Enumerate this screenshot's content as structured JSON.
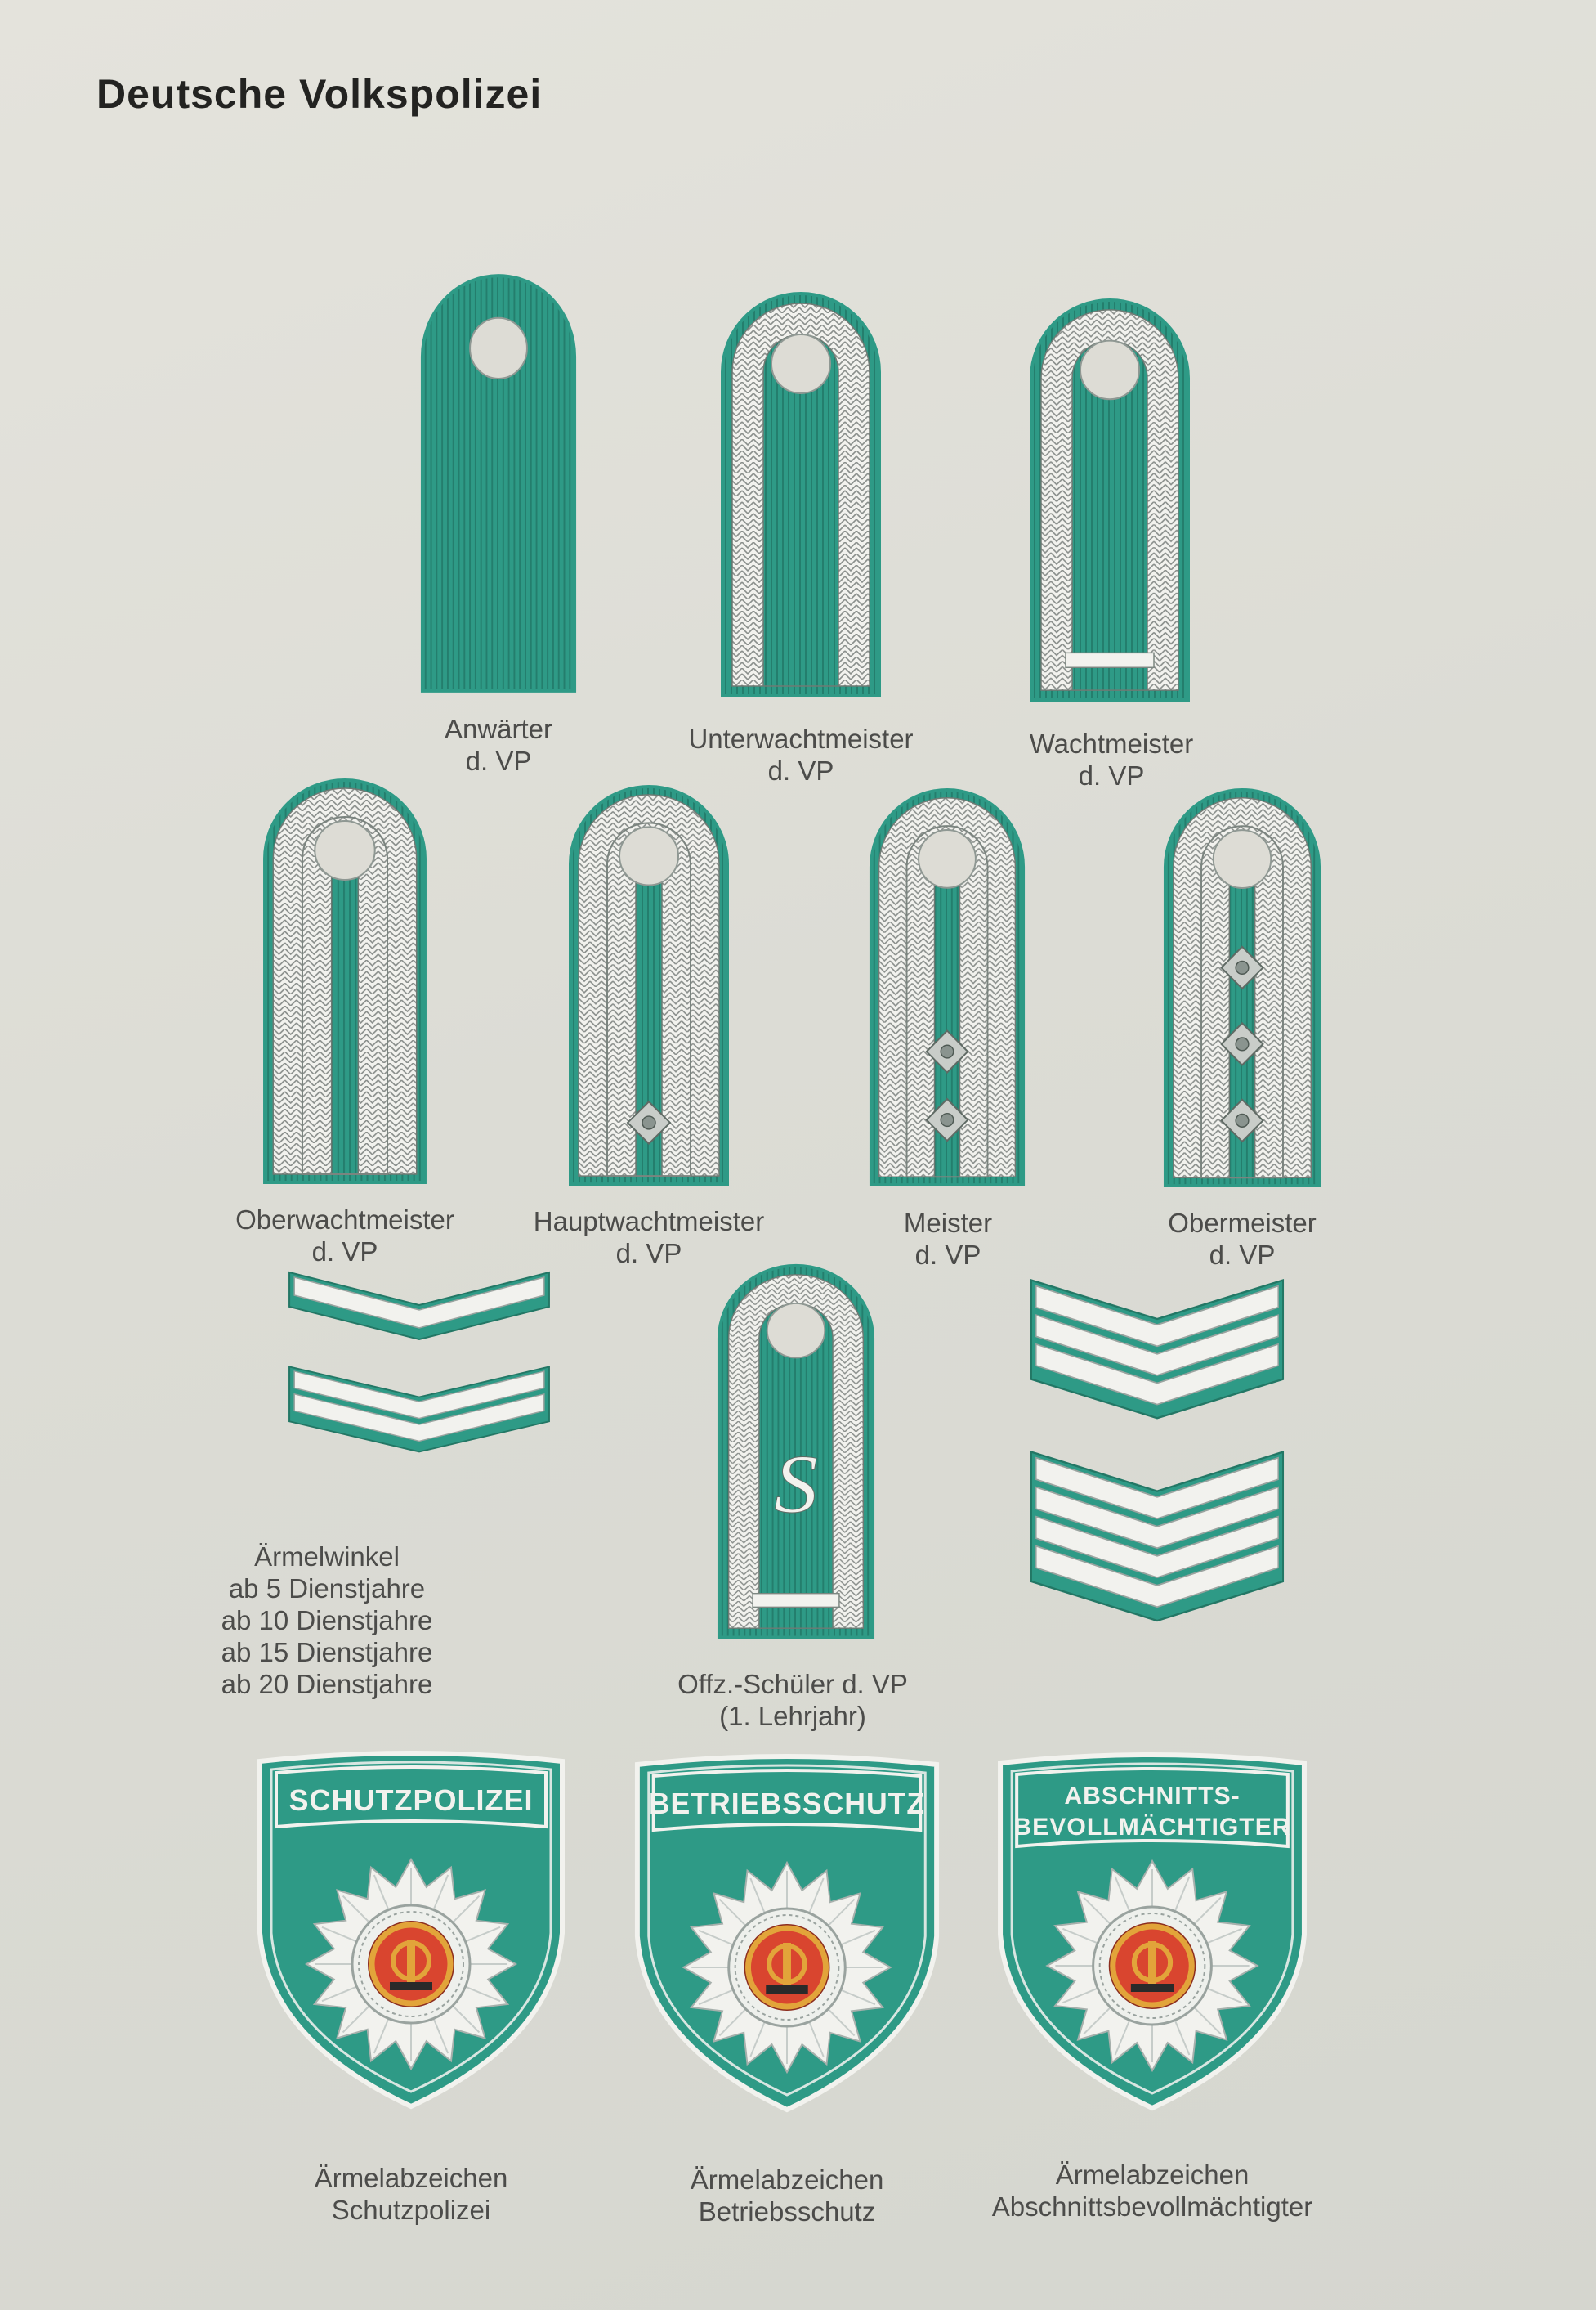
{
  "page": {
    "title": "Deutsche Volkspolizei"
  },
  "colors": {
    "green": "#2e9a86",
    "white": "#f2f2ee",
    "background": "#dddcd5",
    "emblem_red": "#d9452f",
    "emblem_gold": "#e2a43a"
  },
  "epaulettes": [
    {
      "id": "anwaerter",
      "braid": "none",
      "stars": 0,
      "bar": false,
      "line1": "Anwärter",
      "line2": "d. VP"
    },
    {
      "id": "unterwachtmeister",
      "braid": "single",
      "stars": 0,
      "bar": false,
      "line1": "Unterwachtmeister",
      "line2": "d. VP"
    },
    {
      "id": "wachtmeister",
      "braid": "single",
      "stars": 0,
      "bar": true,
      "line1": "Wachtmeister",
      "line2": "d. VP"
    },
    {
      "id": "oberwachtmeister",
      "braid": "double",
      "stars": 0,
      "bar": false,
      "line1": "Oberwachtmeister",
      "line2": "d. VP"
    },
    {
      "id": "hauptwachtmeister",
      "braid": "double",
      "stars": 1,
      "bar": false,
      "line1": "Hauptwachtmeister",
      "line2": "d. VP"
    },
    {
      "id": "meister",
      "braid": "double",
      "stars": 2,
      "bar": false,
      "line1": "Meister",
      "line2": "d. VP"
    },
    {
      "id": "obermeister",
      "braid": "double",
      "stars": 3,
      "bar": false,
      "line1": "Obermeister",
      "line2": "d. VP"
    },
    {
      "id": "offz-schueler",
      "braid": "single",
      "stars": 0,
      "bar": true,
      "letter": "S",
      "line1": "Offz.-Schüler d. VP",
      "line2": "(1. Lehrjahr)"
    }
  ],
  "sleeve_chevrons": {
    "heading": "Ärmelwinkel",
    "lines": [
      "ab 5 Dienstjahre",
      "ab 10 Dienstjahre",
      "ab 15 Dienstjahre",
      "ab 20 Dienstjahre"
    ],
    "stripe_counts": [
      1,
      2,
      3,
      4
    ]
  },
  "badges": [
    {
      "id": "schutzpolizei",
      "banner": [
        "SCHUTZPOLIZEI"
      ],
      "line1": "Ärmelabzeichen",
      "line2": "Schutzpolizei"
    },
    {
      "id": "betriebsschutz",
      "banner": [
        "BETRIEBSSCHUTZ"
      ],
      "line1": "Ärmelabzeichen",
      "line2": "Betriebsschutz"
    },
    {
      "id": "abschnittsbevollmaechtigter",
      "banner": [
        "ABSCHNITTS-",
        "BEVOLLMÄCHTIGTER"
      ],
      "line1": "Ärmelabzeichen",
      "line2": "Abschnittsbevollmächtigter"
    }
  ]
}
